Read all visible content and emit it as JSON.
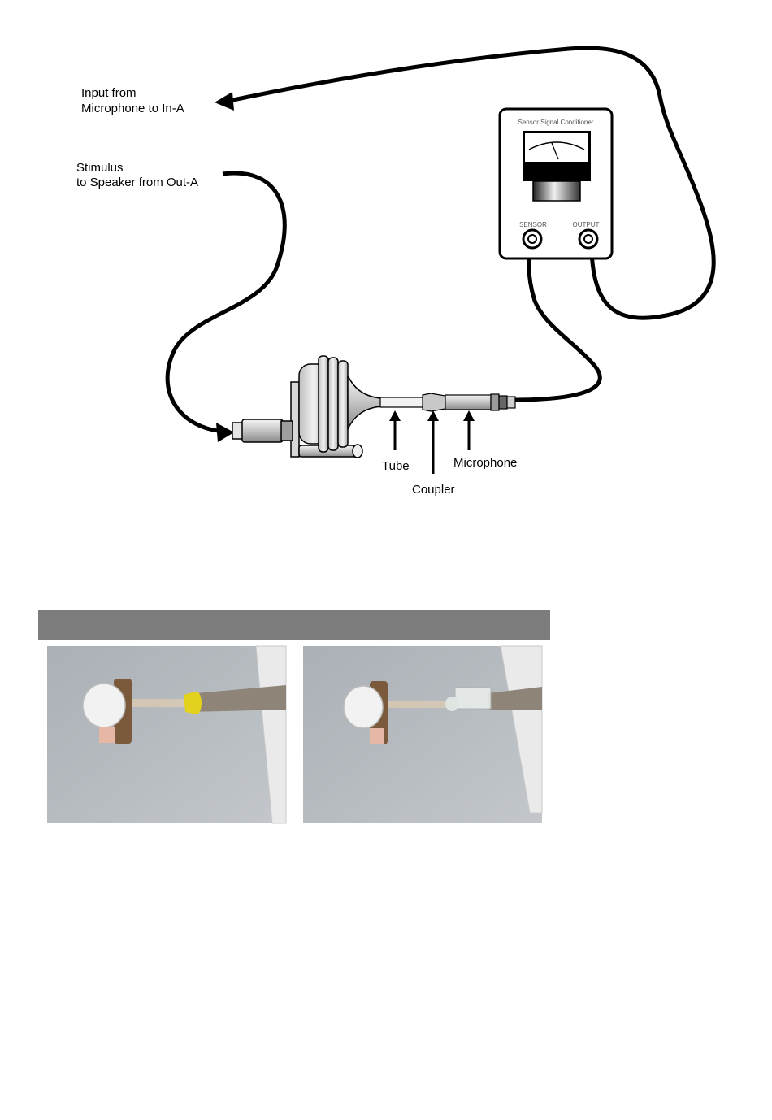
{
  "labels": {
    "input_from_mic_line1": "Input from",
    "input_from_mic_line2": "Microphone to In-A",
    "stimulus_line1": "Stimulus",
    "stimulus_line2": "to Speaker from Out-A",
    "tube": "Tube",
    "coupler": "Coupler",
    "microphone": "Microphone"
  },
  "conditioner": {
    "title": "Sensor Signal Conditioner",
    "sensor_label": "SENSOR",
    "output_label": "OUTPUT"
  },
  "banner": {
    "text": ""
  },
  "photos": [
    {
      "coupler_color": "#e2d21e"
    },
    {
      "coupler_color": "#dfe6e2"
    }
  ]
}
